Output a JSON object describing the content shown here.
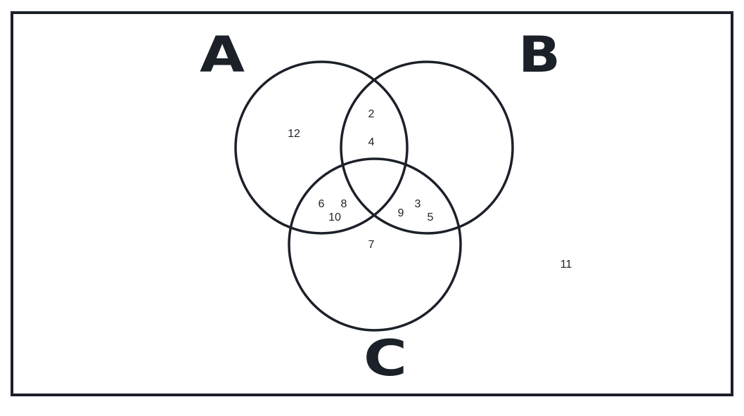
{
  "sets": {
    "a": {
      "label": "A"
    },
    "b": {
      "label": "B"
    },
    "c": {
      "label": "C"
    }
  },
  "regions": {
    "only_a": [
      "12"
    ],
    "a_and_b_only": [
      "2",
      "4"
    ],
    "a_and_c_only": [
      "6",
      "8",
      "10"
    ],
    "b_and_c_only": [
      "9",
      "3",
      "5"
    ],
    "a_b_and_c": [],
    "only_b": [],
    "only_c": [
      "7"
    ],
    "outside": [
      "11"
    ]
  },
  "colors": {
    "stroke": "#1b2029",
    "background": "#ffffff"
  }
}
